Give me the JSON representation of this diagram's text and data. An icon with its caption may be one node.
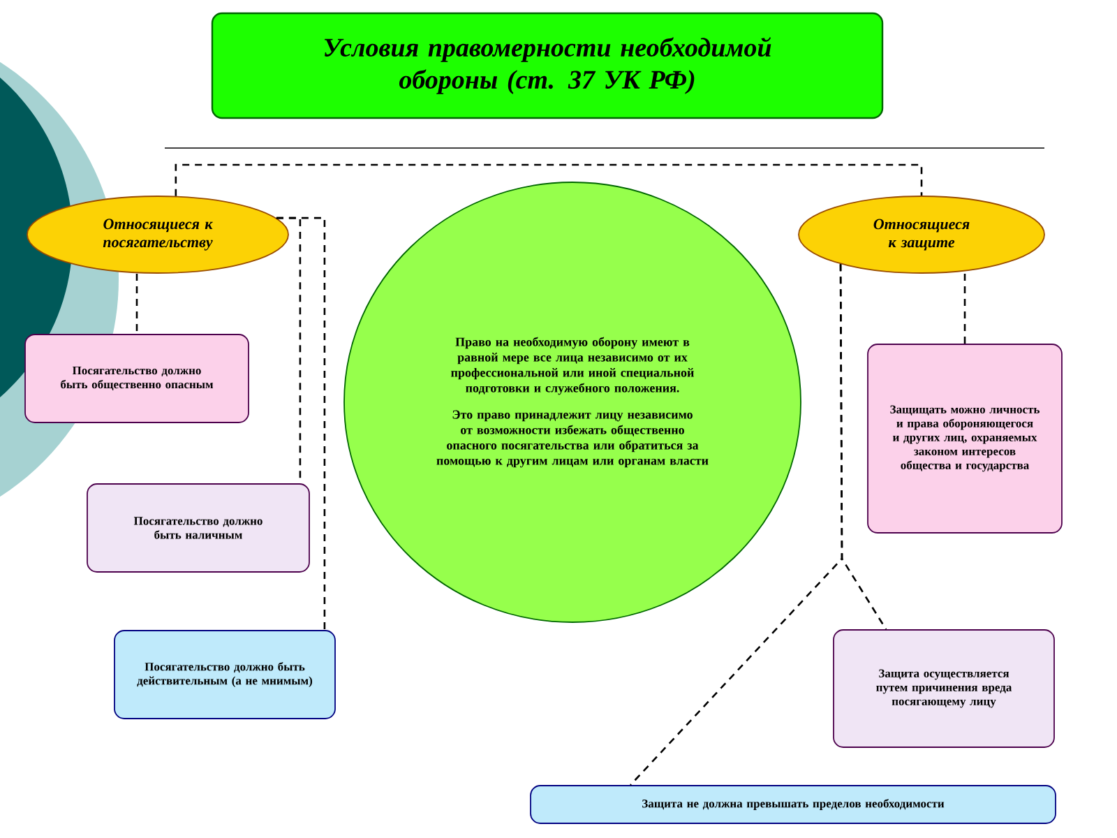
{
  "diagram": {
    "title": "Условия правомерности необходимой обороны (ст. 37 УК РФ)",
    "nodes": [
      {
        "text": [
          "Относящиеся к посягательству"
        ]
      },
      {
        "text": [
          "Относящиеся к защите"
        ]
      },
      {
        "text": [
          "Право на необходимую оборону имеют в равной мере все лица независимо от их профессиональной или иной специальной подготовки и служебного положения.",
          "Это право принадлежит лицу независимо от возможности избежать общественно опасного посягательства или обратиться за помощью к другим лицам или органам власти"
        ]
      },
      {
        "text": [
          "Посягательство должно быть общественно опасным"
        ]
      },
      {
        "text": [
          "Посягательство должно быть наличным"
        ]
      },
      {
        "text": [
          "Посягательство должно быть действительным (а не мнимым)"
        ]
      },
      {
        "text": [
          "Защищать можно личность и права обороняющегося и других лиц, охраняемых законом интересов общества и государства"
        ]
      },
      {
        "text": [
          "Защита осуществляется путем причинения вреда посягающему лицу"
        ]
      },
      {
        "text": [
          "Защита не должна превышать пределов необходимости"
        ]
      }
    ],
    "edges": [
      {
        "from": 0,
        "to": 1,
        "arrow": "none",
        "style": "dashed"
      },
      {
        "from": 0,
        "to": 3,
        "arrow": "none",
        "style": "dashed"
      },
      {
        "from": 0,
        "to": 4,
        "arrow": "none",
        "style": "dashed"
      },
      {
        "from": 0,
        "to": 5,
        "arrow": "none",
        "style": "dashed"
      },
      {
        "from": 1,
        "to": 6,
        "arrow": "none",
        "style": "dashed"
      },
      {
        "from": 1,
        "to": 7,
        "arrow": "none",
        "style": "dashed"
      },
      {
        "from": 1,
        "to": 8,
        "arrow": "none",
        "style": "dashed"
      }
    ]
  }
}
